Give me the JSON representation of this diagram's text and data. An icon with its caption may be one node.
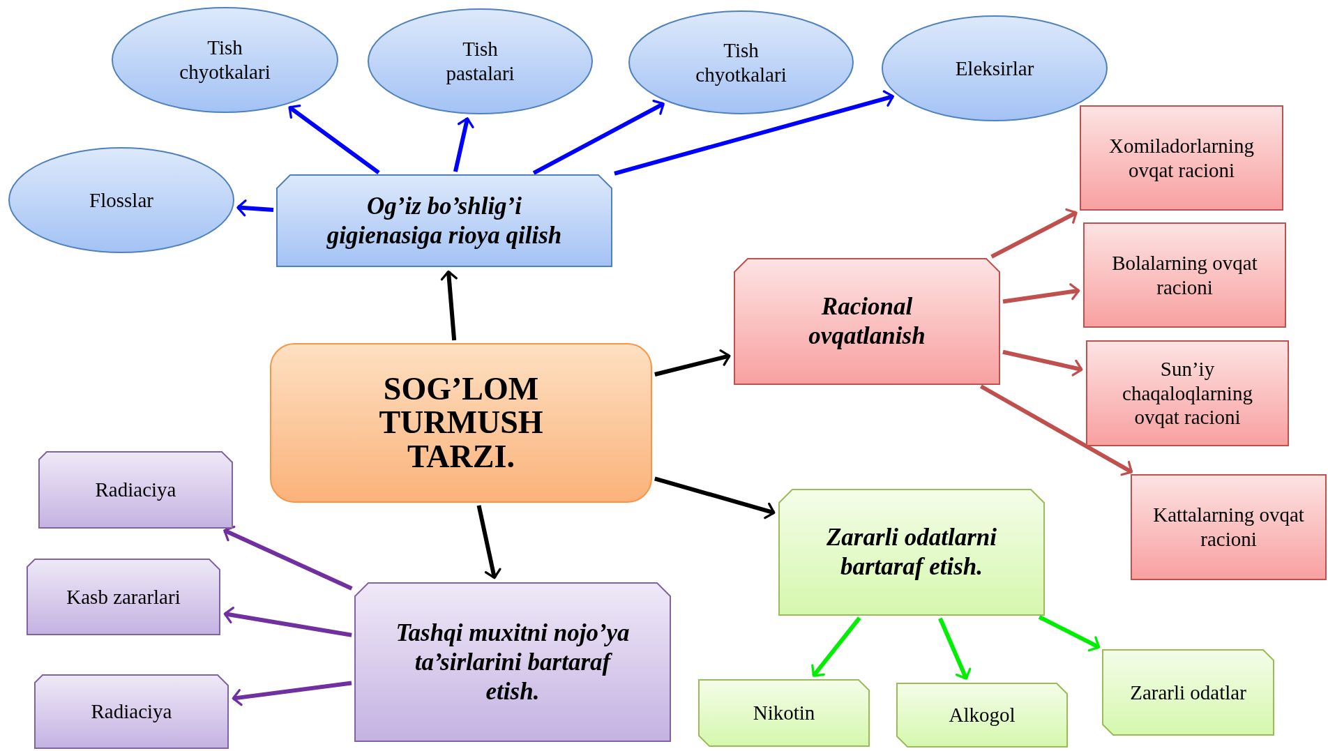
{
  "diagram": {
    "nodes": [
      {
        "text": [
          "SOG’LOM TURMUSH TARZI."
        ]
      },
      {
        "text": [
          "Og’iz bo’shlig’i gigienasiga rioya qilish"
        ]
      },
      {
        "text": [
          "Tish chyotkalari"
        ]
      },
      {
        "text": [
          "Tish pastalari"
        ]
      },
      {
        "text": [
          "Tish chyotkalari"
        ]
      },
      {
        "text": [
          "Eleksirlar"
        ]
      },
      {
        "text": [
          "Flosslar"
        ]
      },
      {
        "text": [
          "Racional ovqatlanish"
        ]
      },
      {
        "text": [
          "Xomiladorlarning ovqat racioni"
        ]
      },
      {
        "text": [
          "Bolalarning ovqat racioni"
        ]
      },
      {
        "text": [
          "Sun’iy chaqaloqlarning ovqat racioni"
        ]
      },
      {
        "text": [
          "Kattalarning  ovqat racioni"
        ]
      },
      {
        "text": [
          "Zararli odatlarni bartaraf etish."
        ]
      },
      {
        "text": [
          "Nikotin"
        ]
      },
      {
        "text": [
          "Alkogol"
        ]
      },
      {
        "text": [
          "Zararli odatlar"
        ]
      },
      {
        "text": [
          "Tashqi muxitni nojo’ya ta’sirlarini bartaraf etish."
        ]
      },
      {
        "text": [
          "Radiaciya"
        ]
      },
      {
        "text": [
          "Kasb zararlari"
        ]
      },
      {
        "text": [
          "Radiaciya"
        ]
      }
    ],
    "edges": [
      {
        "from": 0,
        "to": 1,
        "arrow": "to",
        "color": "#000000"
      },
      {
        "from": 0,
        "to": 7,
        "arrow": "to",
        "color": "#000000"
      },
      {
        "from": 0,
        "to": 12,
        "arrow": "to",
        "color": "#000000"
      },
      {
        "from": 0,
        "to": 16,
        "arrow": "to",
        "color": "#000000"
      },
      {
        "from": 1,
        "to": 2,
        "arrow": "to",
        "color": "#0000ff"
      },
      {
        "from": 1,
        "to": 3,
        "arrow": "to",
        "color": "#0000ff"
      },
      {
        "from": 1,
        "to": 4,
        "arrow": "to",
        "color": "#0000ff"
      },
      {
        "from": 1,
        "to": 5,
        "arrow": "to",
        "color": "#0000ff"
      },
      {
        "from": 1,
        "to": 6,
        "arrow": "to",
        "color": "#0000ff"
      },
      {
        "from": 7,
        "to": 8,
        "arrow": "to",
        "color": "#c0504d"
      },
      {
        "from": 7,
        "to": 9,
        "arrow": "to",
        "color": "#c0504d"
      },
      {
        "from": 7,
        "to": 10,
        "arrow": "to",
        "color": "#c0504d"
      },
      {
        "from": 7,
        "to": 11,
        "arrow": "to",
        "color": "#c0504d"
      },
      {
        "from": 12,
        "to": 13,
        "arrow": "to",
        "color": "#00ee00"
      },
      {
        "from": 12,
        "to": 14,
        "arrow": "to",
        "color": "#00ee00"
      },
      {
        "from": 12,
        "to": 15,
        "arrow": "to",
        "color": "#00ee00"
      },
      {
        "from": 16,
        "to": 17,
        "arrow": "to",
        "color": "#7030a0"
      },
      {
        "from": 16,
        "to": 18,
        "arrow": "to",
        "color": "#7030a0"
      },
      {
        "from": 16,
        "to": 19,
        "arrow": "to",
        "color": "#7030a0"
      }
    ]
  }
}
